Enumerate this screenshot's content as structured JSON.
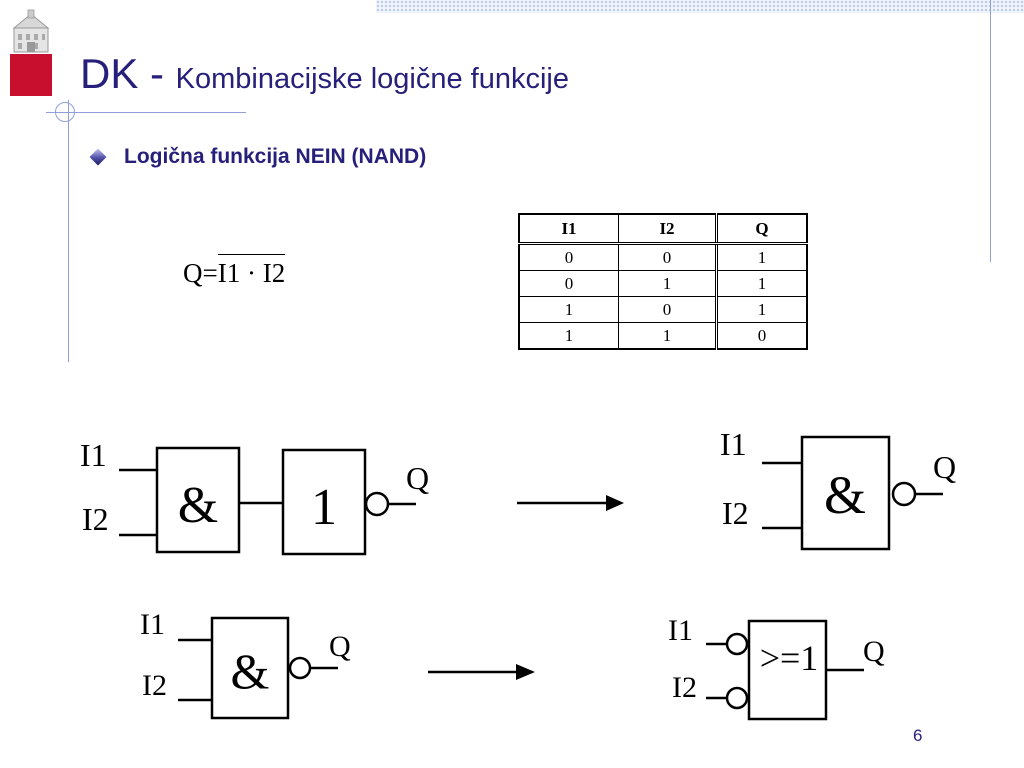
{
  "slide": {
    "title_main": "DK - ",
    "title_sub": "Kombinacijske logične funkcije",
    "bullet": "Logična funkcija NEIN (NAND)",
    "page_number": "6"
  },
  "formula": {
    "lhs": "Q",
    "eq": "=",
    "rhs": "I1 · I2"
  },
  "truth_table": {
    "headers": [
      "I1",
      "I2",
      "Q"
    ],
    "rows": [
      [
        "0",
        "0",
        "1"
      ],
      [
        "0",
        "1",
        "1"
      ],
      [
        "1",
        "0",
        "1"
      ],
      [
        "1",
        "1",
        "0"
      ]
    ]
  },
  "diagrams": {
    "d1": {
      "in1": "I1",
      "in2": "I2",
      "gate1": "&",
      "gate2": "1",
      "out": "Q"
    },
    "d2": {
      "in1": "I1",
      "in2": "I2",
      "gate": "&",
      "out": "Q"
    },
    "d3": {
      "in1": "I1",
      "in2": "I2",
      "gate": "&",
      "out": "Q"
    },
    "d4": {
      "in1": "I1",
      "in2": "I2",
      "gate": ">=1",
      "out": "Q"
    }
  },
  "colors": {
    "title": "#27207a",
    "accent_lines": "#8fa0d8",
    "logo_red": "#c8102e"
  }
}
